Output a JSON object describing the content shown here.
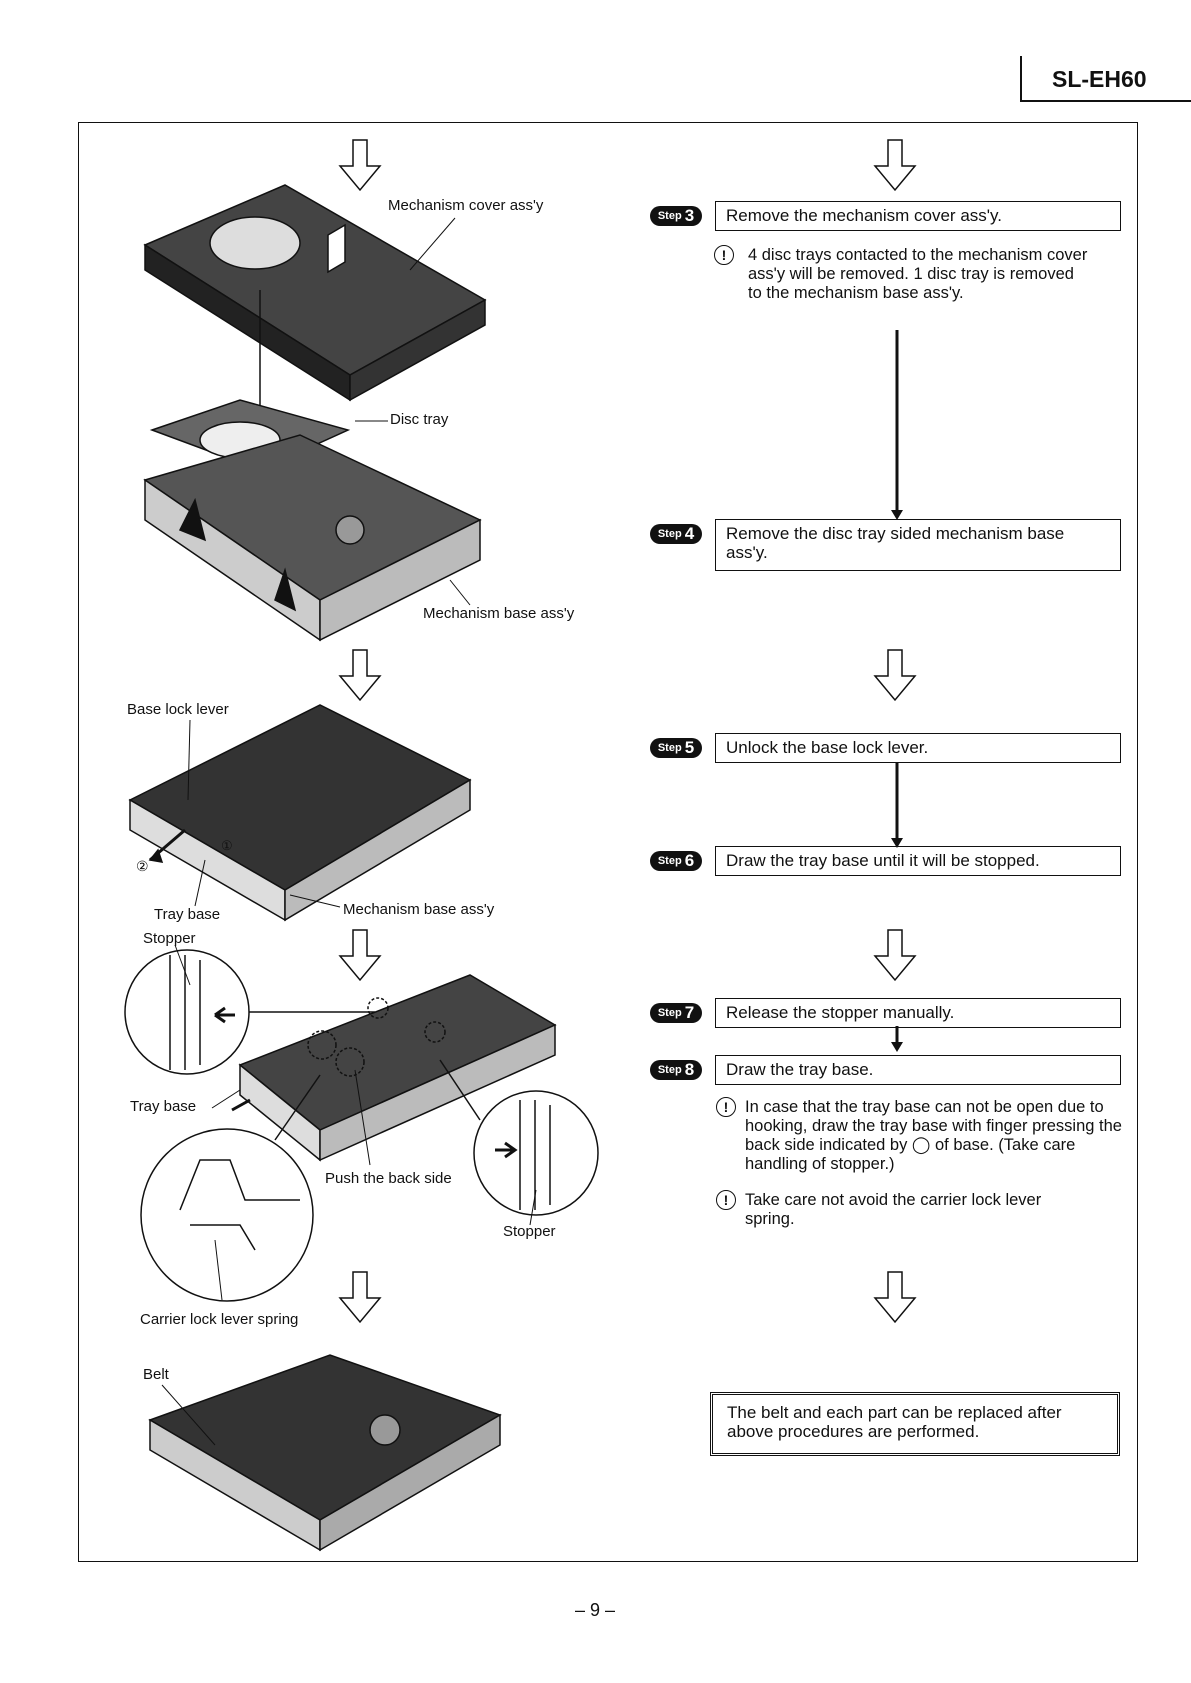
{
  "header": {
    "model": "SL-EH60"
  },
  "figure_labels": {
    "mechanism_cover": "Mechanism cover ass'y",
    "disc_tray": "Disc tray",
    "mechanism_base_1": "Mechanism base ass'y",
    "base_lock_lever": "Base lock lever",
    "marker_1": "①",
    "marker_2": "②",
    "tray_base_1": "Tray base",
    "mechanism_base_2": "Mechanism base ass'y",
    "stopper_1": "Stopper",
    "tray_base_2": "Tray base",
    "push_back_side": "Push the back side",
    "stopper_2": "Stopper",
    "carrier_lock_spring": "Carrier lock lever spring",
    "belt": "Belt"
  },
  "steps": [
    {
      "badge": "Step",
      "number": "3",
      "text": "Remove the mechanism cover ass'y."
    },
    {
      "badge": "Step",
      "number": "4",
      "text": "Remove the disc tray sided mechanism base ass'y."
    },
    {
      "badge": "Step",
      "number": "5",
      "text": "Unlock the base lock lever."
    },
    {
      "badge": "Step",
      "number": "6",
      "text": "Draw the tray base until it will be stopped."
    },
    {
      "badge": "Step",
      "number": "7",
      "text": "Release the stopper manually."
    },
    {
      "badge": "Step",
      "number": "8",
      "text": "Draw the tray base."
    }
  ],
  "notes": {
    "caution_symbol": "!",
    "step3_note": "4 disc trays contacted to the mechanism cover ass'y will be removed. 1 disc tray is removed to the mechanism base ass'y.",
    "step8_note_1": "In case that the tray base can not be open due to hooking, draw the tray base with finger pressing the back side indicated by ◯ of base. (Take care handling of stopper.)",
    "step8_note_2": "Take care not avoid the carrier lock lever spring."
  },
  "final_note": "The belt and each part can be replaced after above procedures are performed.",
  "page_number": "– 9 –"
}
